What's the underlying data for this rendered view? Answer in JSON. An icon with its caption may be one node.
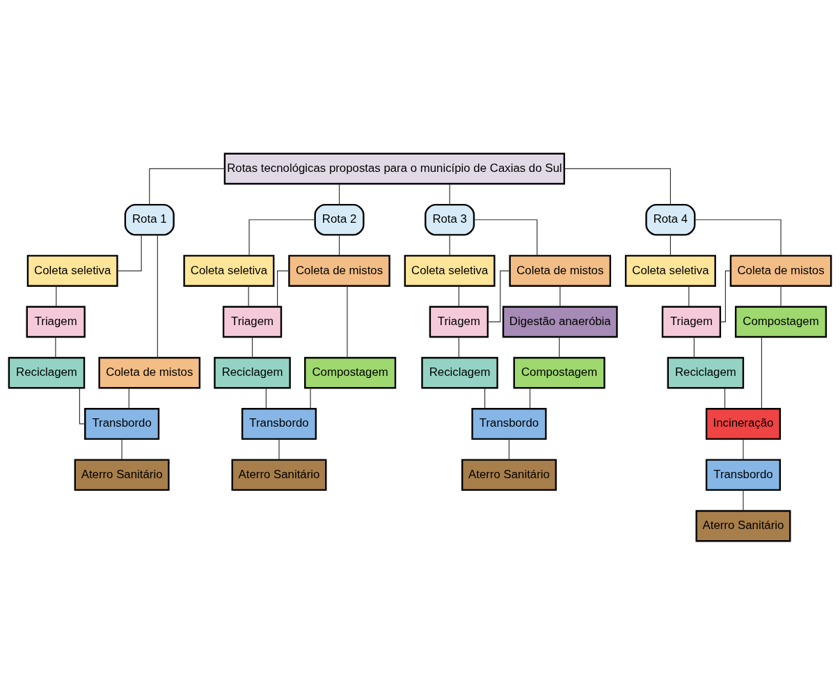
{
  "diagram": {
    "nodes": [
      {
        "text": [
          "Rotas tecnológicas propostas para o município de Caxias do Sul"
        ]
      },
      {
        "text": [
          "Rota 1"
        ]
      },
      {
        "text": [
          "Rota 2"
        ]
      },
      {
        "text": [
          "Rota 3"
        ]
      },
      {
        "text": [
          "Rota 4"
        ]
      },
      {
        "text": [
          "Coleta seletiva"
        ]
      },
      {
        "text": [
          "Coleta de mistos"
        ]
      },
      {
        "text": [
          "Triagem"
        ]
      },
      {
        "text": [
          "Reciclagem"
        ]
      },
      {
        "text": [
          "Transbordo"
        ]
      },
      {
        "text": [
          "Aterro Sanitário"
        ]
      },
      {
        "text": [
          "Coleta seletiva"
        ]
      },
      {
        "text": [
          "Coleta de mistos"
        ]
      },
      {
        "text": [
          "Triagem"
        ]
      },
      {
        "text": [
          "Reciclagem"
        ]
      },
      {
        "text": [
          "Compostagem"
        ]
      },
      {
        "text": [
          "Transbordo"
        ]
      },
      {
        "text": [
          "Aterro Sanitário"
        ]
      },
      {
        "text": [
          "Coleta seletiva"
        ]
      },
      {
        "text": [
          "Coleta de mistos"
        ]
      },
      {
        "text": [
          "Triagem"
        ]
      },
      {
        "text": [
          "Reciclagem"
        ]
      },
      {
        "text": [
          "Digestão anaeróbia"
        ]
      },
      {
        "text": [
          "Compostagem"
        ]
      },
      {
        "text": [
          "Transbordo"
        ]
      },
      {
        "text": [
          "Aterro Sanitário"
        ]
      },
      {
        "text": [
          "Coleta seletiva"
        ]
      },
      {
        "text": [
          "Coleta de mistos"
        ]
      },
      {
        "text": [
          "Triagem"
        ]
      },
      {
        "text": [
          "Reciclagem"
        ]
      },
      {
        "text": [
          "Compostagem"
        ]
      },
      {
        "text": [
          "Incineração"
        ]
      },
      {
        "text": [
          "Transbordo"
        ]
      },
      {
        "text": [
          "Aterro Sanitário"
        ]
      }
    ],
    "edges": [
      {
        "from": 0,
        "to": 1,
        "arrow": "none"
      },
      {
        "from": 0,
        "to": 2,
        "arrow": "none"
      },
      {
        "from": 0,
        "to": 3,
        "arrow": "none"
      },
      {
        "from": 0,
        "to": 4,
        "arrow": "none"
      },
      {
        "from": 1,
        "to": 5,
        "arrow": "none"
      },
      {
        "from": 1,
        "to": 6,
        "arrow": "none"
      },
      {
        "from": 5,
        "to": 7,
        "arrow": "none"
      },
      {
        "from": 7,
        "to": 8,
        "arrow": "none"
      },
      {
        "from": 8,
        "to": 9,
        "arrow": "none"
      },
      {
        "from": 6,
        "to": 9,
        "arrow": "none"
      },
      {
        "from": 9,
        "to": 10,
        "arrow": "none"
      },
      {
        "from": 2,
        "to": 11,
        "arrow": "none"
      },
      {
        "from": 2,
        "to": 12,
        "arrow": "none"
      },
      {
        "from": 11,
        "to": 13,
        "arrow": "none"
      },
      {
        "from": 12,
        "to": 13,
        "arrow": "none"
      },
      {
        "from": 13,
        "to": 14,
        "arrow": "none"
      },
      {
        "from": 12,
        "to": 15,
        "arrow": "none"
      },
      {
        "from": 14,
        "to": 16,
        "arrow": "none"
      },
      {
        "from": 15,
        "to": 16,
        "arrow": "none"
      },
      {
        "from": 16,
        "to": 17,
        "arrow": "none"
      },
      {
        "from": 3,
        "to": 18,
        "arrow": "none"
      },
      {
        "from": 3,
        "to": 19,
        "arrow": "none"
      },
      {
        "from": 18,
        "to": 20,
        "arrow": "none"
      },
      {
        "from": 19,
        "to": 20,
        "arrow": "none"
      },
      {
        "from": 20,
        "to": 21,
        "arrow": "none"
      },
      {
        "from": 19,
        "to": 22,
        "arrow": "none"
      },
      {
        "from": 22,
        "to": 23,
        "arrow": "none"
      },
      {
        "from": 21,
        "to": 24,
        "arrow": "none"
      },
      {
        "from": 23,
        "to": 24,
        "arrow": "none"
      },
      {
        "from": 24,
        "to": 25,
        "arrow": "none"
      },
      {
        "from": 4,
        "to": 26,
        "arrow": "none"
      },
      {
        "from": 4,
        "to": 27,
        "arrow": "none"
      },
      {
        "from": 26,
        "to": 28,
        "arrow": "none"
      },
      {
        "from": 27,
        "to": 28,
        "arrow": "none"
      },
      {
        "from": 28,
        "to": 29,
        "arrow": "none"
      },
      {
        "from": 27,
        "to": 30,
        "arrow": "none"
      },
      {
        "from": 29,
        "to": 31,
        "arrow": "none"
      },
      {
        "from": 30,
        "to": 31,
        "arrow": "none"
      },
      {
        "from": 31,
        "to": 32,
        "arrow": "none"
      },
      {
        "from": 32,
        "to": 33,
        "arrow": "none"
      }
    ]
  }
}
